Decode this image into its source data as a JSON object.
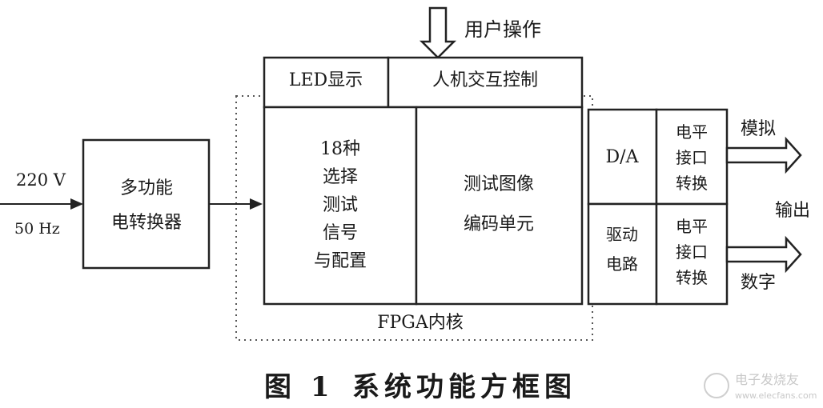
{
  "diagram": {
    "user_op": "用户操作",
    "led_display": "LED显示",
    "hmi_control": "人机交互控制",
    "input_voltage": "220 V",
    "input_freq": "50 Hz",
    "converter": [
      "多功能",
      "电转换器"
    ],
    "signals": [
      "18种",
      "选择",
      "测试",
      "信号",
      "与配置"
    ],
    "encoder": [
      "测试图像",
      "编码单元"
    ],
    "da": "D/A",
    "level_conv_1": [
      "电平",
      "接口",
      "转换"
    ],
    "drive_circuit": [
      "驱动",
      "电路"
    ],
    "level_conv_2": [
      "电平",
      "接口",
      "转换"
    ],
    "out_analog": "模拟",
    "out_label": "输出",
    "out_digital": "数字",
    "fpga_core": "FPGA内核"
  },
  "caption": {
    "figure_no": "图 1",
    "title": "系统功能方框图"
  },
  "watermark": {
    "cn": "电子发烧友",
    "url": "www.elecfans.com"
  }
}
